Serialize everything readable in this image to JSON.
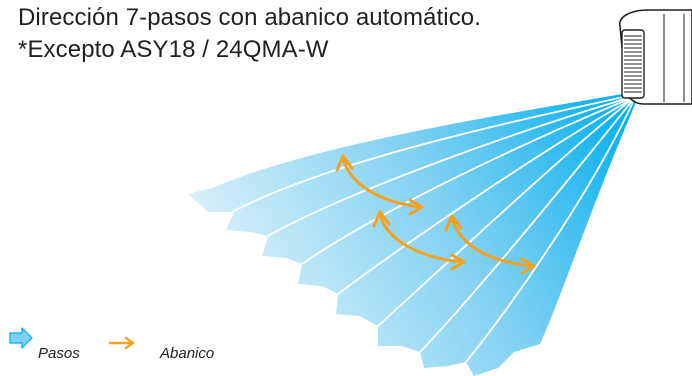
{
  "title": {
    "line1": "Dirección 7-pasos con abanico automático.",
    "line2": "*Excepto ASY18 / 24QMA-W"
  },
  "legend": {
    "steps_label": "Pasos",
    "fan_label": "Abanico"
  },
  "colors": {
    "steps": "#2ab4e8",
    "fan": "#f4a11d",
    "outline": "#231f20"
  },
  "icons": {
    "air_conditioner": "wall-air-conditioner-icon",
    "steps": "blue-arrow-icon",
    "fan": "orange-arrow-icon"
  }
}
